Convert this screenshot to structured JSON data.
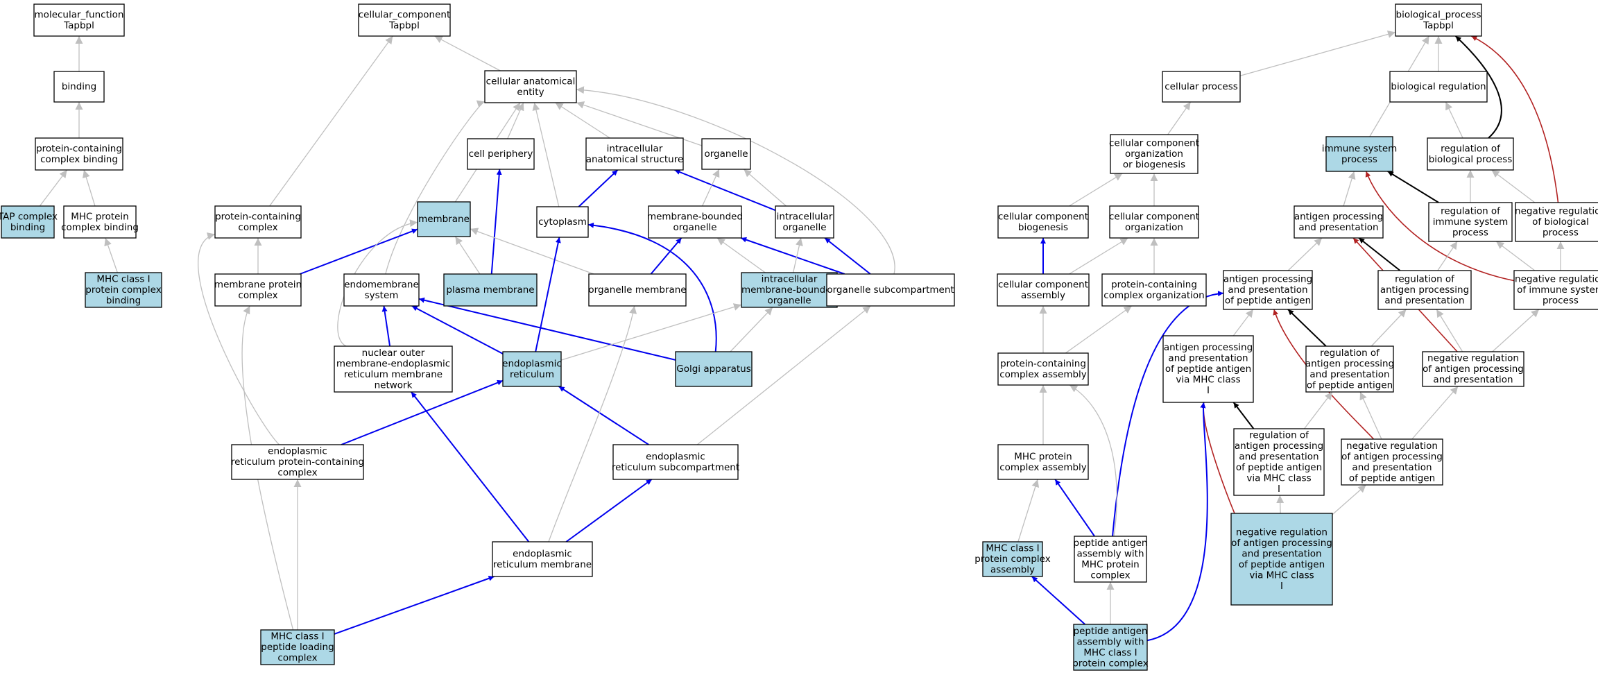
{
  "colors": {
    "default_fill": "#ffffff",
    "highlight_fill": "#add8e6",
    "edge_is_a": "#bfbfbf",
    "edge_part_of": "#0000ee",
    "edge_regulates": "#000000",
    "edge_negatively_regulates": "#b22222"
  },
  "nodes": [
    {
      "id": "mf",
      "lines": [
        "molecular_function",
        "Tapbpl"
      ],
      "highlighted": false
    },
    {
      "id": "binding",
      "lines": [
        "binding"
      ],
      "highlighted": false
    },
    {
      "id": "pcb",
      "lines": [
        "protein-containing",
        "complex binding"
      ],
      "highlighted": false
    },
    {
      "id": "tapb",
      "lines": [
        "TAP complex",
        "binding"
      ],
      "highlighted": true
    },
    {
      "id": "mhcpcb",
      "lines": [
        "MHC protein",
        "complex binding"
      ],
      "highlighted": false
    },
    {
      "id": "mhc1pcb",
      "lines": [
        "MHC class I",
        "protein complex",
        "binding"
      ],
      "highlighted": true
    },
    {
      "id": "cc",
      "lines": [
        "cellular_component",
        "Tapbpl"
      ],
      "highlighted": false
    },
    {
      "id": "cae",
      "lines": [
        "cellular anatomical",
        "entity"
      ],
      "highlighted": false
    },
    {
      "id": "cellper",
      "lines": [
        "cell periphery"
      ],
      "highlighted": false
    },
    {
      "id": "ias",
      "lines": [
        "intracellular",
        "anatomical structure"
      ],
      "highlighted": false
    },
    {
      "id": "organelle",
      "lines": [
        "organelle"
      ],
      "highlighted": false
    },
    {
      "id": "pcc",
      "lines": [
        "protein-containing",
        "complex"
      ],
      "highlighted": false
    },
    {
      "id": "membrane",
      "lines": [
        "membrane"
      ],
      "highlighted": true
    },
    {
      "id": "cytoplasm",
      "lines": [
        "cytoplasm"
      ],
      "highlighted": false
    },
    {
      "id": "mbo",
      "lines": [
        "membrane-bounded",
        "organelle"
      ],
      "highlighted": false
    },
    {
      "id": "io",
      "lines": [
        "intracellular",
        "organelle"
      ],
      "highlighted": false
    },
    {
      "id": "mpc",
      "lines": [
        "membrane protein",
        "complex"
      ],
      "highlighted": false
    },
    {
      "id": "ems",
      "lines": [
        "endomembrane",
        "system"
      ],
      "highlighted": false
    },
    {
      "id": "pm",
      "lines": [
        "plasma membrane"
      ],
      "highlighted": true
    },
    {
      "id": "om",
      "lines": [
        "organelle membrane"
      ],
      "highlighted": false
    },
    {
      "id": "imbo",
      "lines": [
        "intracellular",
        "membrane-bounded",
        "organelle"
      ],
      "highlighted": true
    },
    {
      "id": "osc",
      "lines": [
        "organelle subcompartment"
      ],
      "highlighted": false
    },
    {
      "id": "nuc",
      "lines": [
        "nuclear outer",
        "membrane-endoplasmic",
        "reticulum membrane",
        "network"
      ],
      "highlighted": false
    },
    {
      "id": "er",
      "lines": [
        "endoplasmic",
        "reticulum"
      ],
      "highlighted": true
    },
    {
      "id": "golgi",
      "lines": [
        "Golgi apparatus"
      ],
      "highlighted": true
    },
    {
      "id": "erpcc",
      "lines": [
        "endoplasmic",
        "reticulum protein-containing",
        "complex"
      ],
      "highlighted": false
    },
    {
      "id": "ersc",
      "lines": [
        "endoplasmic",
        "reticulum subcompartment"
      ],
      "highlighted": false
    },
    {
      "id": "erm",
      "lines": [
        "endoplasmic",
        "reticulum membrane"
      ],
      "highlighted": false
    },
    {
      "id": "mhcplc",
      "lines": [
        "MHC class I",
        "peptide loading",
        "complex"
      ],
      "highlighted": true
    },
    {
      "id": "bp",
      "lines": [
        "biological_process",
        "Tapbpl"
      ],
      "highlighted": false
    },
    {
      "id": "cp",
      "lines": [
        "cellular process"
      ],
      "highlighted": false
    },
    {
      "id": "br",
      "lines": [
        "biological regulation"
      ],
      "highlighted": false
    },
    {
      "id": "ccob",
      "lines": [
        "cellular component",
        "organization",
        "or biogenesis"
      ],
      "highlighted": false
    },
    {
      "id": "isp",
      "lines": [
        "immune system",
        "process"
      ],
      "highlighted": true
    },
    {
      "id": "rbp",
      "lines": [
        "regulation of",
        "biological process"
      ],
      "highlighted": false
    },
    {
      "id": "ccb",
      "lines": [
        "cellular component",
        "biogenesis"
      ],
      "highlighted": false
    },
    {
      "id": "cco",
      "lines": [
        "cellular component",
        "organization"
      ],
      "highlighted": false
    },
    {
      "id": "app",
      "lines": [
        "antigen processing",
        "and presentation"
      ],
      "highlighted": false
    },
    {
      "id": "risp",
      "lines": [
        "regulation of",
        "immune system",
        "process"
      ],
      "highlighted": false
    },
    {
      "id": "nrbp",
      "lines": [
        "negative regulation",
        "of biological",
        "process"
      ],
      "highlighted": false
    },
    {
      "id": "cca",
      "lines": [
        "cellular component",
        "assembly"
      ],
      "highlighted": false
    },
    {
      "id": "pcco",
      "lines": [
        "protein-containing",
        "complex organization"
      ],
      "highlighted": false
    },
    {
      "id": "appa",
      "lines": [
        "antigen processing",
        "and presentation",
        "of peptide antigen"
      ],
      "highlighted": false
    },
    {
      "id": "rapp",
      "lines": [
        "regulation of",
        "antigen processing",
        "and presentation"
      ],
      "highlighted": false
    },
    {
      "id": "nrisp",
      "lines": [
        "negative regulation",
        "of immune system",
        "process"
      ],
      "highlighted": false
    },
    {
      "id": "pcca",
      "lines": [
        "protein-containing",
        "complex assembly"
      ],
      "highlighted": false
    },
    {
      "id": "appmhc",
      "lines": [
        "antigen processing",
        "and presentation",
        "of peptide antigen",
        "via MHC class",
        "I"
      ],
      "highlighted": false
    },
    {
      "id": "rappa",
      "lines": [
        "regulation of",
        "antigen processing",
        "and presentation",
        "of peptide antigen"
      ],
      "highlighted": false
    },
    {
      "id": "nrapp",
      "lines": [
        "negative regulation",
        "of antigen processing",
        "and presentation"
      ],
      "highlighted": false
    },
    {
      "id": "rappmhc",
      "lines": [
        "regulation of",
        "antigen processing",
        "and presentation",
        "of peptide antigen",
        "via MHC class",
        "I"
      ],
      "highlighted": false
    },
    {
      "id": "nrappa",
      "lines": [
        "negative regulation",
        "of antigen processing",
        "and presentation",
        "of peptide antigen"
      ],
      "highlighted": false
    },
    {
      "id": "mhcpca",
      "lines": [
        "MHC protein",
        "complex assembly"
      ],
      "highlighted": false
    },
    {
      "id": "mhc1pca",
      "lines": [
        "MHC class I",
        "protein complex",
        "assembly"
      ],
      "highlighted": true
    },
    {
      "id": "paamhc",
      "lines": [
        "peptide antigen",
        "assembly with",
        "MHC protein",
        "complex"
      ],
      "highlighted": false
    },
    {
      "id": "nrappmhc",
      "lines": [
        "negative regulation",
        "of antigen processing",
        "and presentation",
        "of peptide antigen",
        "via MHC class",
        "I"
      ],
      "highlighted": true
    },
    {
      "id": "paamhc1",
      "lines": [
        "peptide antigen",
        "assembly with",
        "MHC class I",
        "protein complex"
      ],
      "highlighted": true
    }
  ],
  "edges": [
    {
      "from": "binding",
      "to": "mf",
      "type": "is_a"
    },
    {
      "from": "pcb",
      "to": "binding",
      "type": "is_a"
    },
    {
      "from": "tapb",
      "to": "pcb",
      "type": "is_a"
    },
    {
      "from": "mhcpcb",
      "to": "pcb",
      "type": "is_a"
    },
    {
      "from": "mhc1pcb",
      "to": "mhcpcb",
      "type": "is_a"
    },
    {
      "from": "cae",
      "to": "cc",
      "type": "is_a"
    },
    {
      "from": "pcc",
      "to": "cc",
      "type": "is_a"
    },
    {
      "from": "cellper",
      "to": "cae",
      "type": "is_a"
    },
    {
      "from": "ias",
      "to": "cae",
      "type": "is_a"
    },
    {
      "from": "organelle",
      "to": "cae",
      "type": "is_a"
    },
    {
      "from": "membrane",
      "to": "cae",
      "type": "is_a"
    },
    {
      "from": "cytoplasm",
      "to": "cae",
      "type": "is_a"
    },
    {
      "from": "ems",
      "to": "cae",
      "type": "is_a"
    },
    {
      "from": "osc",
      "to": "cae",
      "type": "is_a"
    },
    {
      "from": "pm",
      "to": "cellper",
      "type": "part_of"
    },
    {
      "from": "cytoplasm",
      "to": "ias",
      "type": "part_of"
    },
    {
      "from": "io",
      "to": "ias",
      "type": "part_of"
    },
    {
      "from": "mbo",
      "to": "organelle",
      "type": "is_a"
    },
    {
      "from": "io",
      "to": "organelle",
      "type": "is_a"
    },
    {
      "from": "mpc",
      "to": "pcc",
      "type": "is_a"
    },
    {
      "from": "erpcc",
      "to": "pcc",
      "type": "is_a"
    },
    {
      "from": "mpc",
      "to": "membrane",
      "type": "part_of"
    },
    {
      "from": "pm",
      "to": "membrane",
      "type": "is_a"
    },
    {
      "from": "om",
      "to": "membrane",
      "type": "is_a"
    },
    {
      "from": "nuc",
      "to": "membrane",
      "type": "is_a"
    },
    {
      "from": "er",
      "to": "cytoplasm",
      "type": "part_of"
    },
    {
      "from": "golgi",
      "to": "cytoplasm",
      "type": "part_of"
    },
    {
      "from": "om",
      "to": "mbo",
      "type": "part_of"
    },
    {
      "from": "imbo",
      "to": "mbo",
      "type": "is_a"
    },
    {
      "from": "osc",
      "to": "mbo",
      "type": "part_of"
    },
    {
      "from": "imbo",
      "to": "io",
      "type": "is_a"
    },
    {
      "from": "osc",
      "to": "io",
      "type": "part_of"
    },
    {
      "from": "nuc",
      "to": "ems",
      "type": "part_of"
    },
    {
      "from": "er",
      "to": "ems",
      "type": "part_of"
    },
    {
      "from": "golgi",
      "to": "ems",
      "type": "part_of"
    },
    {
      "from": "er",
      "to": "imbo",
      "type": "is_a"
    },
    {
      "from": "golgi",
      "to": "imbo",
      "type": "is_a"
    },
    {
      "from": "erpcc",
      "to": "er",
      "type": "part_of"
    },
    {
      "from": "ersc",
      "to": "er",
      "type": "part_of"
    },
    {
      "from": "ersc",
      "to": "osc",
      "type": "is_a"
    },
    {
      "from": "erm",
      "to": "nuc",
      "type": "part_of"
    },
    {
      "from": "erm",
      "to": "om",
      "type": "is_a"
    },
    {
      "from": "erm",
      "to": "ersc",
      "type": "part_of"
    },
    {
      "from": "mhcplc",
      "to": "erpcc",
      "type": "is_a"
    },
    {
      "from": "mhcplc",
      "to": "mpc",
      "type": "is_a"
    },
    {
      "from": "mhcplc",
      "to": "erm",
      "type": "part_of"
    },
    {
      "from": "cp",
      "to": "bp",
      "type": "is_a"
    },
    {
      "from": "br",
      "to": "bp",
      "type": "is_a"
    },
    {
      "from": "isp",
      "to": "bp",
      "type": "is_a"
    },
    {
      "from": "rbp",
      "to": "bp",
      "type": "regulates"
    },
    {
      "from": "nrbp",
      "to": "bp",
      "type": "negatively_regulates"
    },
    {
      "from": "ccob",
      "to": "cp",
      "type": "is_a"
    },
    {
      "from": "rbp",
      "to": "br",
      "type": "is_a"
    },
    {
      "from": "ccb",
      "to": "ccob",
      "type": "is_a"
    },
    {
      "from": "cco",
      "to": "ccob",
      "type": "is_a"
    },
    {
      "from": "app",
      "to": "isp",
      "type": "is_a"
    },
    {
      "from": "risp",
      "to": "isp",
      "type": "regulates"
    },
    {
      "from": "nrisp",
      "to": "isp",
      "type": "negatively_regulates"
    },
    {
      "from": "risp",
      "to": "rbp",
      "type": "is_a"
    },
    {
      "from": "nrbp",
      "to": "rbp",
      "type": "is_a"
    },
    {
      "from": "cca",
      "to": "ccb",
      "type": "part_of"
    },
    {
      "from": "cca",
      "to": "cco",
      "type": "is_a"
    },
    {
      "from": "pcco",
      "to": "cco",
      "type": "is_a"
    },
    {
      "from": "appa",
      "to": "app",
      "type": "is_a"
    },
    {
      "from": "rapp",
      "to": "app",
      "type": "regulates"
    },
    {
      "from": "nrapp",
      "to": "app",
      "type": "negatively_regulates"
    },
    {
      "from": "rapp",
      "to": "risp",
      "type": "is_a"
    },
    {
      "from": "nrisp",
      "to": "risp",
      "type": "is_a"
    },
    {
      "from": "nrisp",
      "to": "nrbp",
      "type": "is_a"
    },
    {
      "from": "pcca",
      "to": "cca",
      "type": "is_a"
    },
    {
      "from": "pcca",
      "to": "pcco",
      "type": "is_a"
    },
    {
      "from": "paamhc",
      "to": "appa",
      "type": "part_of"
    },
    {
      "from": "appmhc",
      "to": "appa",
      "type": "is_a"
    },
    {
      "from": "rappa",
      "to": "appa",
      "type": "regulates"
    },
    {
      "from": "nrappa",
      "to": "appa",
      "type": "negatively_regulates"
    },
    {
      "from": "rappa",
      "to": "rapp",
      "type": "is_a"
    },
    {
      "from": "nrapp",
      "to": "rapp",
      "type": "is_a"
    },
    {
      "from": "nrapp",
      "to": "nrisp",
      "type": "is_a"
    },
    {
      "from": "mhcpca",
      "to": "pcca",
      "type": "is_a"
    },
    {
      "from": "paamhc",
      "to": "pcca",
      "type": "is_a"
    },
    {
      "from": "rappmhc",
      "to": "appmhc",
      "type": "regulates"
    },
    {
      "from": "nrappmhc",
      "to": "appmhc",
      "type": "negatively_regulates"
    },
    {
      "from": "paamhc1",
      "to": "appmhc",
      "type": "part_of"
    },
    {
      "from": "rappmhc",
      "to": "rappa",
      "type": "is_a"
    },
    {
      "from": "nrappa",
      "to": "rappa",
      "type": "is_a"
    },
    {
      "from": "nrappa",
      "to": "nrapp",
      "type": "is_a"
    },
    {
      "from": "nrappmhc",
      "to": "rappmhc",
      "type": "is_a"
    },
    {
      "from": "nrappmhc",
      "to": "nrappa",
      "type": "is_a"
    },
    {
      "from": "mhc1pca",
      "to": "mhcpca",
      "type": "is_a"
    },
    {
      "from": "paamhc",
      "to": "mhcpca",
      "type": "part_of"
    },
    {
      "from": "paamhc1",
      "to": "mhc1pca",
      "type": "part_of"
    },
    {
      "from": "paamhc1",
      "to": "paamhc",
      "type": "is_a"
    }
  ]
}
